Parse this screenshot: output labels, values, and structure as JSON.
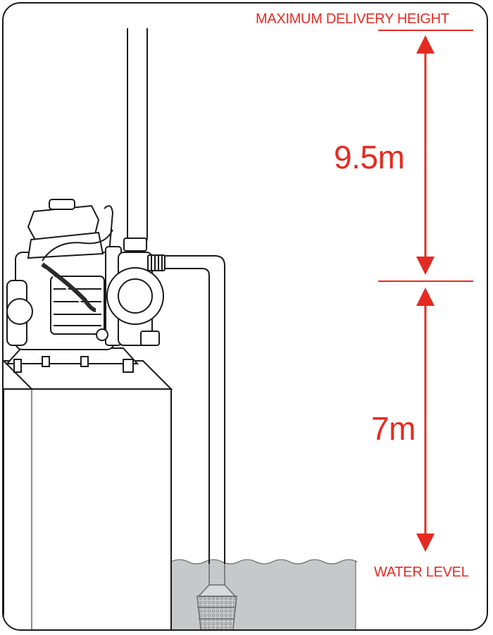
{
  "labels": {
    "maximum_delivery_height": "MAXIMUM DELIVERY HEIGHT",
    "water_level": "WATER LEVEL",
    "delivery_height": "9.5m",
    "suction_height": "7m"
  },
  "colors": {
    "accent": "#e42b22",
    "water": "#c7c8ca",
    "line": "#1a1a1a"
  },
  "icons": {
    "pump": "water-pump-illustration",
    "strainer": "suction-strainer"
  }
}
